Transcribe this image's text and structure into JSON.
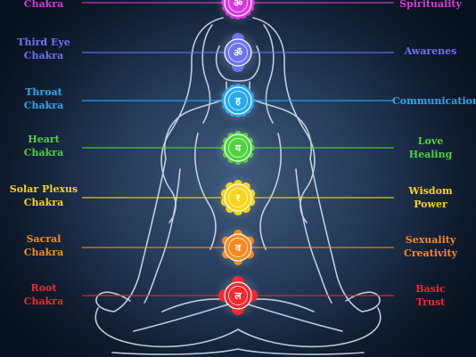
{
  "chakras": [
    {
      "key": "crown",
      "left": [
        "Chakra"
      ],
      "right": [
        "Spirituality"
      ],
      "color": "#d63adf",
      "glyph": "ॐ",
      "petals": 16
    },
    {
      "key": "third-eye",
      "left": [
        "Third Eye",
        "Chakra"
      ],
      "right": [
        "Awarenes"
      ],
      "color": "#6a74f2",
      "glyph": "ॐ",
      "petals": 2
    },
    {
      "key": "throat",
      "left": [
        "Throat",
        "Chakra"
      ],
      "right": [
        "Communication"
      ],
      "color": "#27a9f0",
      "glyph": "ह",
      "petals": 16
    },
    {
      "key": "heart",
      "left": [
        "Heart",
        "Chakra"
      ],
      "right": [
        "Love",
        "Healing"
      ],
      "color": "#4fd23e",
      "glyph": "य",
      "petals": 12
    },
    {
      "key": "solar-plexus",
      "left": [
        "Solar Plexus",
        "Chakra"
      ],
      "right": [
        "Wisdom",
        "Power"
      ],
      "color": "#f6d41a",
      "glyph": "र",
      "petals": 10
    },
    {
      "key": "sacral",
      "left": [
        "Sacral",
        "Chakra"
      ],
      "right": [
        "Sexuality",
        "Creativity"
      ],
      "color": "#f78a1e",
      "glyph": "व",
      "petals": 6
    },
    {
      "key": "root",
      "left": [
        "Root",
        "Chakra"
      ],
      "right": [
        "Basic",
        "Trust"
      ],
      "color": "#f2292d",
      "glyph": "ल",
      "petals": 4
    }
  ]
}
